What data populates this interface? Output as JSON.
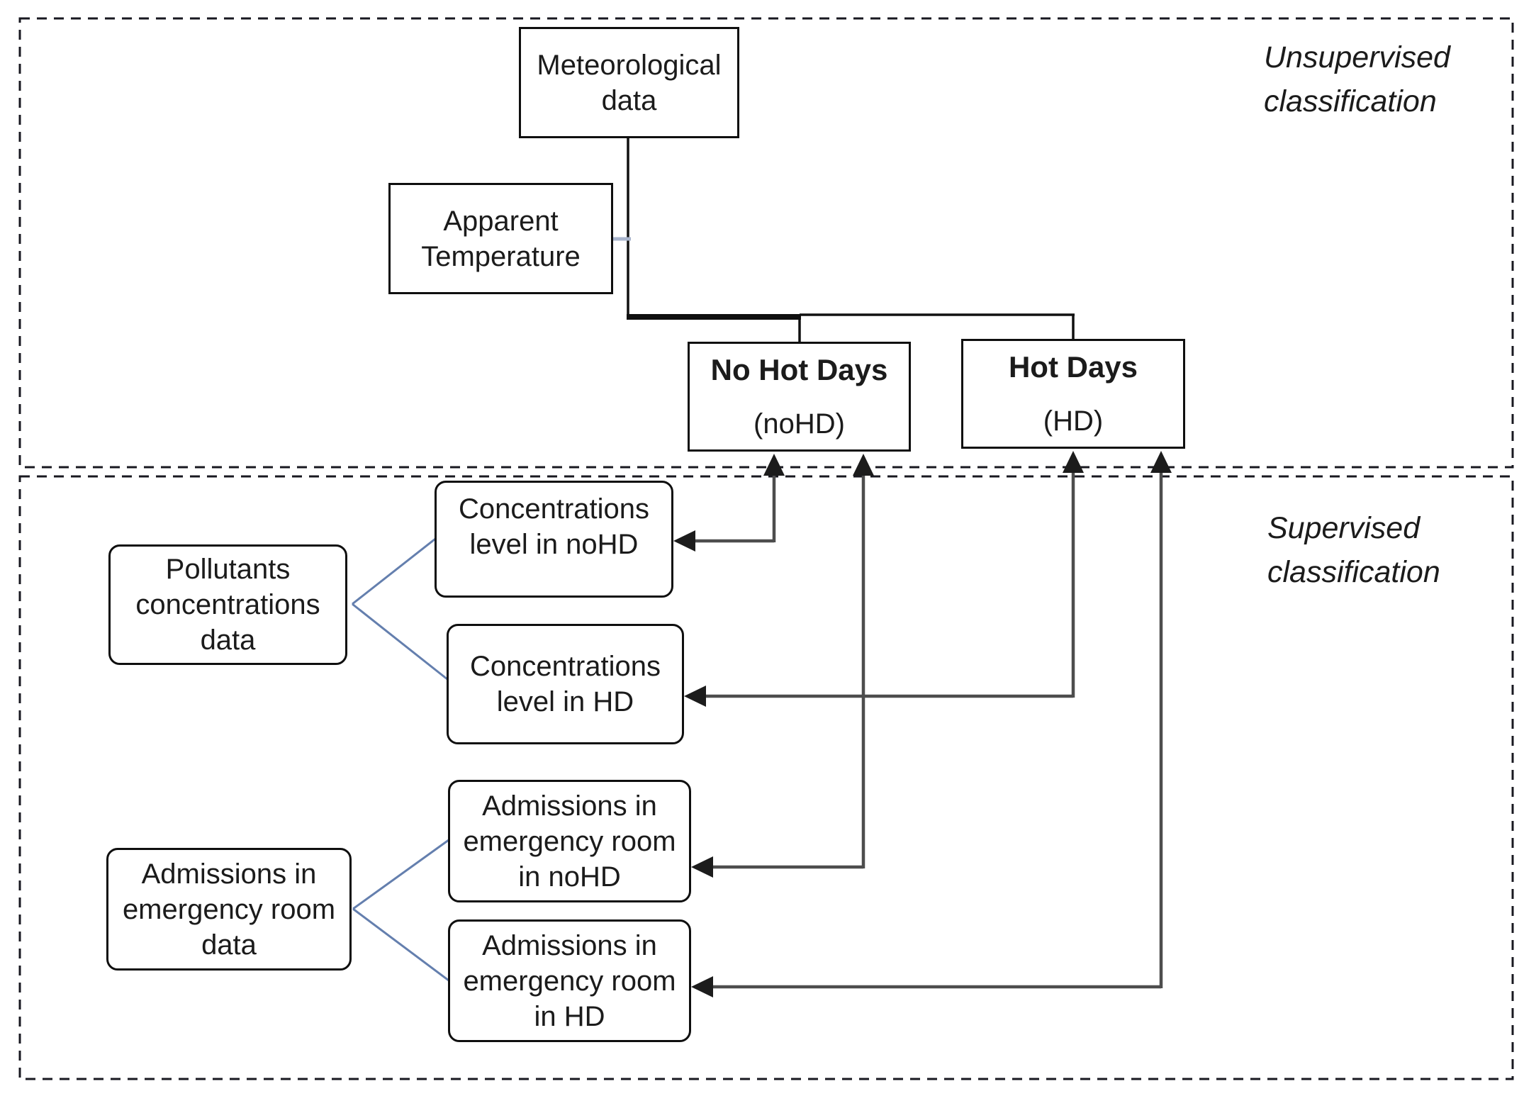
{
  "sections": {
    "unsupervised": {
      "label": "Unsupervised\nclassification"
    },
    "supervised": {
      "label": "Supervised\nclassification"
    }
  },
  "nodes": {
    "meteorological": {
      "label": "Meteorological\ndata"
    },
    "apparent_temperature": {
      "label": "Apparent\nTemperature"
    },
    "no_hot_days": {
      "title": "No Hot Days",
      "subtitle": "(noHD)"
    },
    "hot_days": {
      "title": "Hot Days",
      "subtitle": "(HD)"
    },
    "pollutants_data": {
      "label": "Pollutants\nconcentrations\ndata"
    },
    "concentrations_nohd": {
      "label": "Concentrations\nlevel in noHD"
    },
    "concentrations_hd": {
      "label": "Concentrations\nlevel in HD"
    },
    "admissions_data": {
      "label": "Admissions in\nemergency room\ndata"
    },
    "admissions_nohd": {
      "label": "Admissions in\nemergency room\nin noHD"
    },
    "admissions_hd": {
      "label": "Admissions in\nemergency room\nin HD"
    }
  },
  "colors": {
    "border_black": "#181820",
    "arrow_gray": "#4d4d4d",
    "head_black": "#1c1c1c",
    "connector_blue": "#647fae",
    "stub_gray": "#a8b4cc",
    "text_black": "#1b1b1b"
  }
}
